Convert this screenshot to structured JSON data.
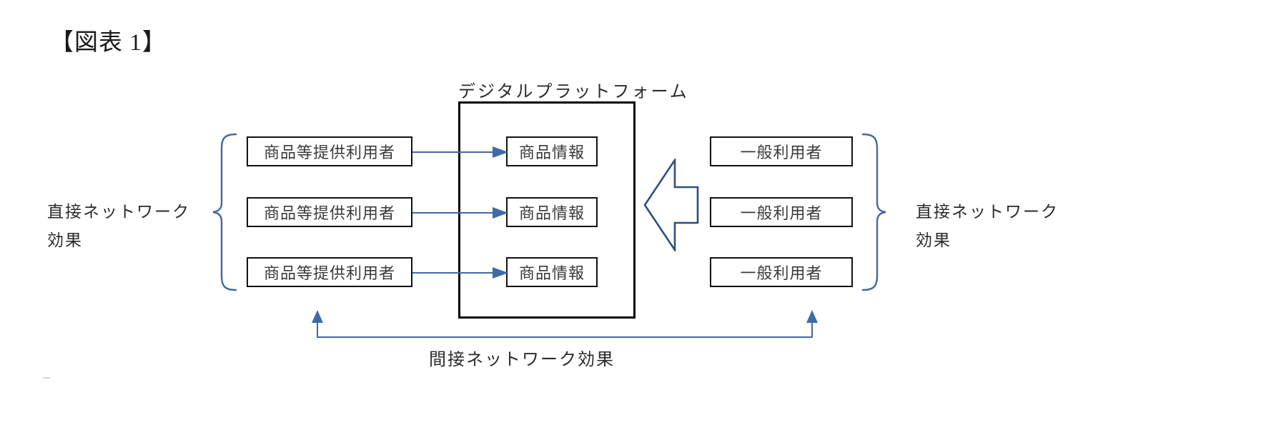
{
  "figure": {
    "title": "【図表 1】"
  },
  "platform": {
    "label": "デジタルプラットフォーム",
    "items": [
      {
        "label": "商品情報"
      },
      {
        "label": "商品情報"
      },
      {
        "label": "商品情報"
      }
    ]
  },
  "suppliers": {
    "items": [
      {
        "label": "商品等提供利用者"
      },
      {
        "label": "商品等提供利用者"
      },
      {
        "label": "商品等提供利用者"
      }
    ]
  },
  "consumers": {
    "items": [
      {
        "label": "一般利用者"
      },
      {
        "label": "一般利用者"
      },
      {
        "label": "一般利用者"
      }
    ]
  },
  "effects": {
    "direct_left_line1": "直接ネットワーク",
    "direct_left_line2": "効果",
    "direct_right_line1": "直接ネットワーク",
    "direct_right_line2": "効果",
    "indirect": "間接ネットワーク効果"
  },
  "colors": {
    "arrow_blue": "#3f6ba6",
    "big_arrow_blue": "#2f4f7d",
    "bracket_blue": "#44689c",
    "box_border": "#111111",
    "platform_border": "#000000",
    "text": "#2b2b2b",
    "background": "#ffffff"
  }
}
